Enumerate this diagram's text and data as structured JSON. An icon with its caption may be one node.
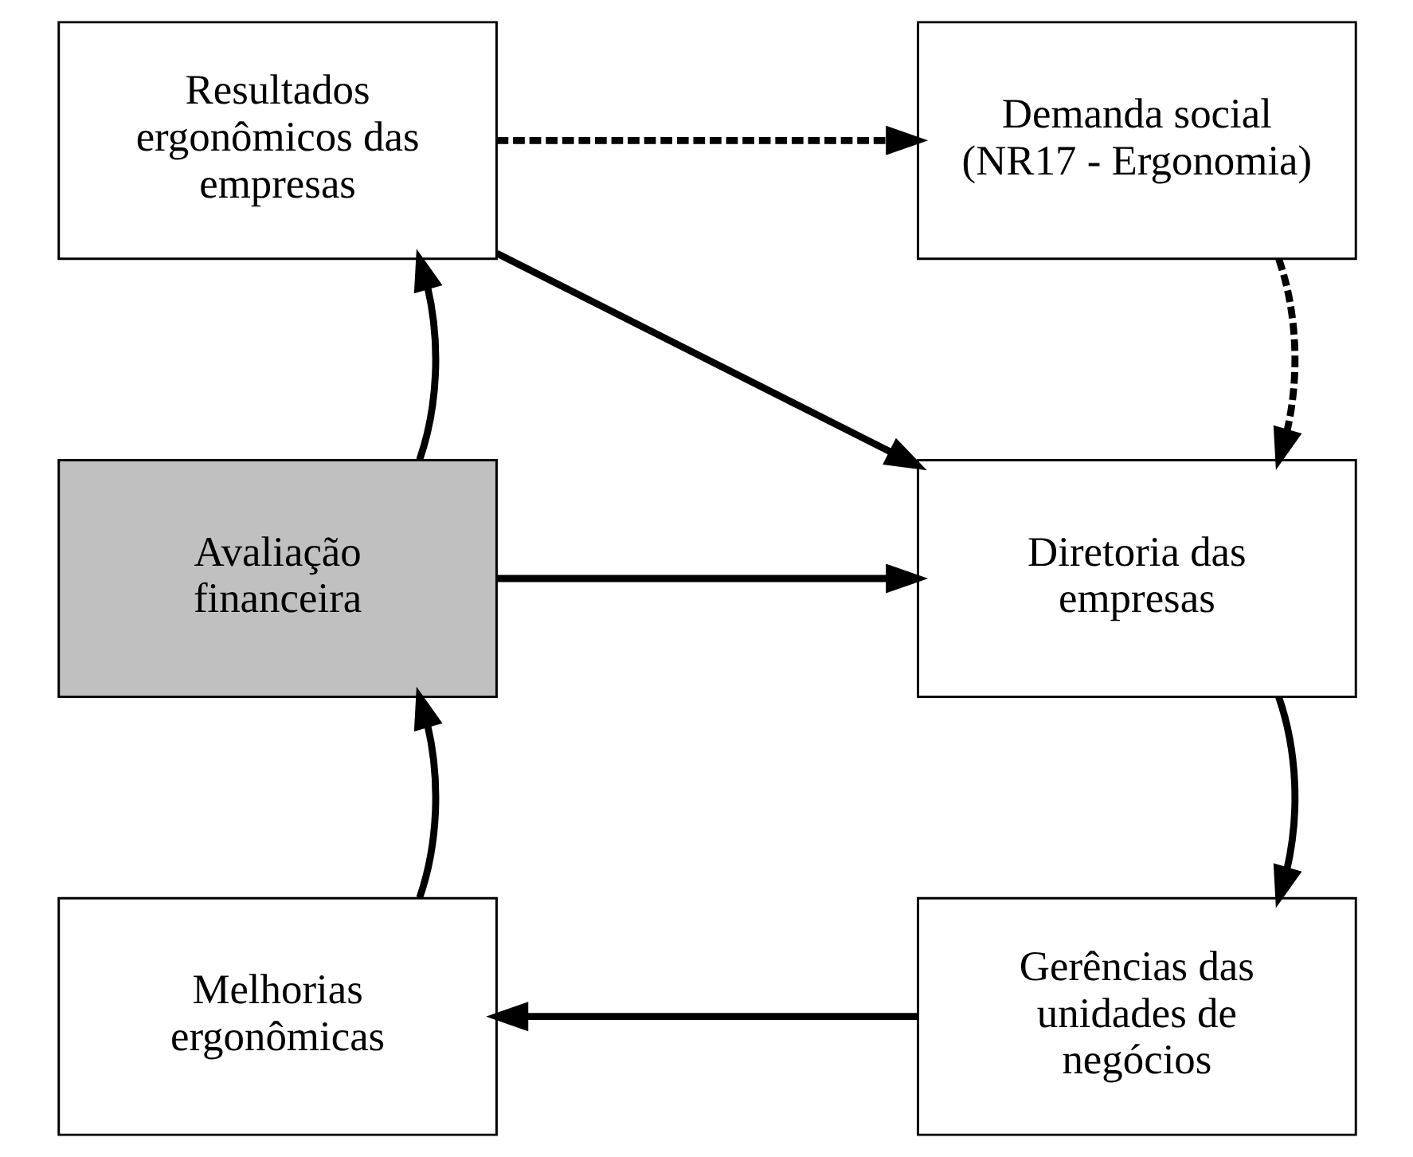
{
  "diagram": {
    "nodes": [
      {
        "text": [
          "Resultados ergonômicos das empresas"
        ]
      },
      {
        "text": [
          "Demanda social (NR17 - Ergonomia)"
        ]
      },
      {
        "text": [
          "Avaliação financeira"
        ]
      },
      {
        "text": [
          "Diretoria das empresas"
        ]
      },
      {
        "text": [
          "Melhorias ergonômicas"
        ]
      },
      {
        "text": [
          "Gerências das unidades de negócios"
        ]
      }
    ],
    "edges": [
      {
        "from": 2,
        "to": 0,
        "arrow": "to"
      },
      {
        "from": 0,
        "to": 1,
        "arrow": "to",
        "style": "dashed"
      },
      {
        "from": 0,
        "to": 3,
        "arrow": "to"
      },
      {
        "from": 2,
        "to": 3,
        "arrow": "to"
      },
      {
        "from": 1,
        "to": 3,
        "arrow": "to",
        "style": "dashed"
      },
      {
        "from": 3,
        "to": 5,
        "arrow": "to"
      },
      {
        "from": 5,
        "to": 4,
        "arrow": "to"
      },
      {
        "from": 4,
        "to": 2,
        "arrow": "to"
      }
    ]
  }
}
